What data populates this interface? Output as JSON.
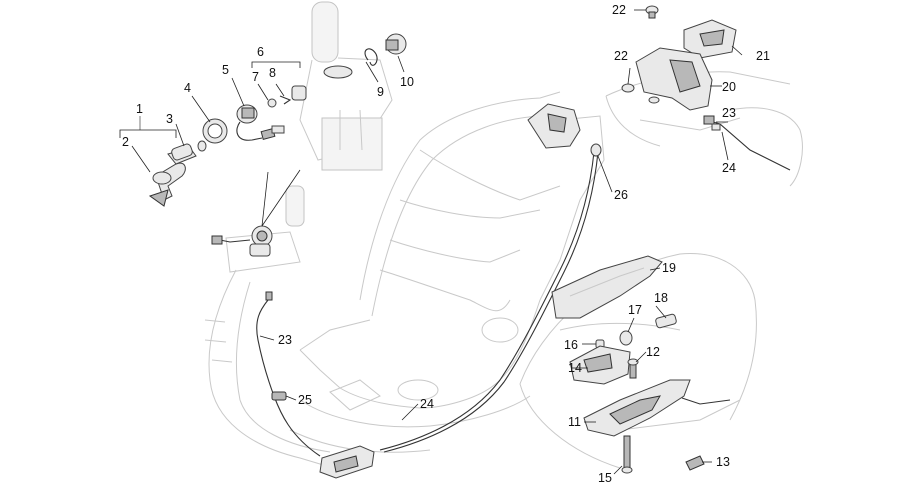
{
  "callouts": {
    "c1": "1",
    "c2": "2",
    "c3": "3",
    "c4": "4",
    "c5": "5",
    "c6": "6",
    "c7": "7",
    "c8": "8",
    "c9": "9",
    "c10": "10",
    "c11": "11",
    "c12": "12",
    "c13": "13",
    "c14": "14",
    "c15": "15",
    "c16": "16",
    "c17": "17",
    "c18": "18",
    "c19": "19",
    "c20": "20",
    "c21": "21",
    "c22a": "22",
    "c22b": "22",
    "c23a": "23",
    "c23b": "23",
    "c24a": "24",
    "c24b": "24",
    "c25": "25",
    "c26": "26"
  },
  "colors": {
    "line": "#333333",
    "ghost": "#c9c9c9",
    "background": "#ffffff"
  }
}
